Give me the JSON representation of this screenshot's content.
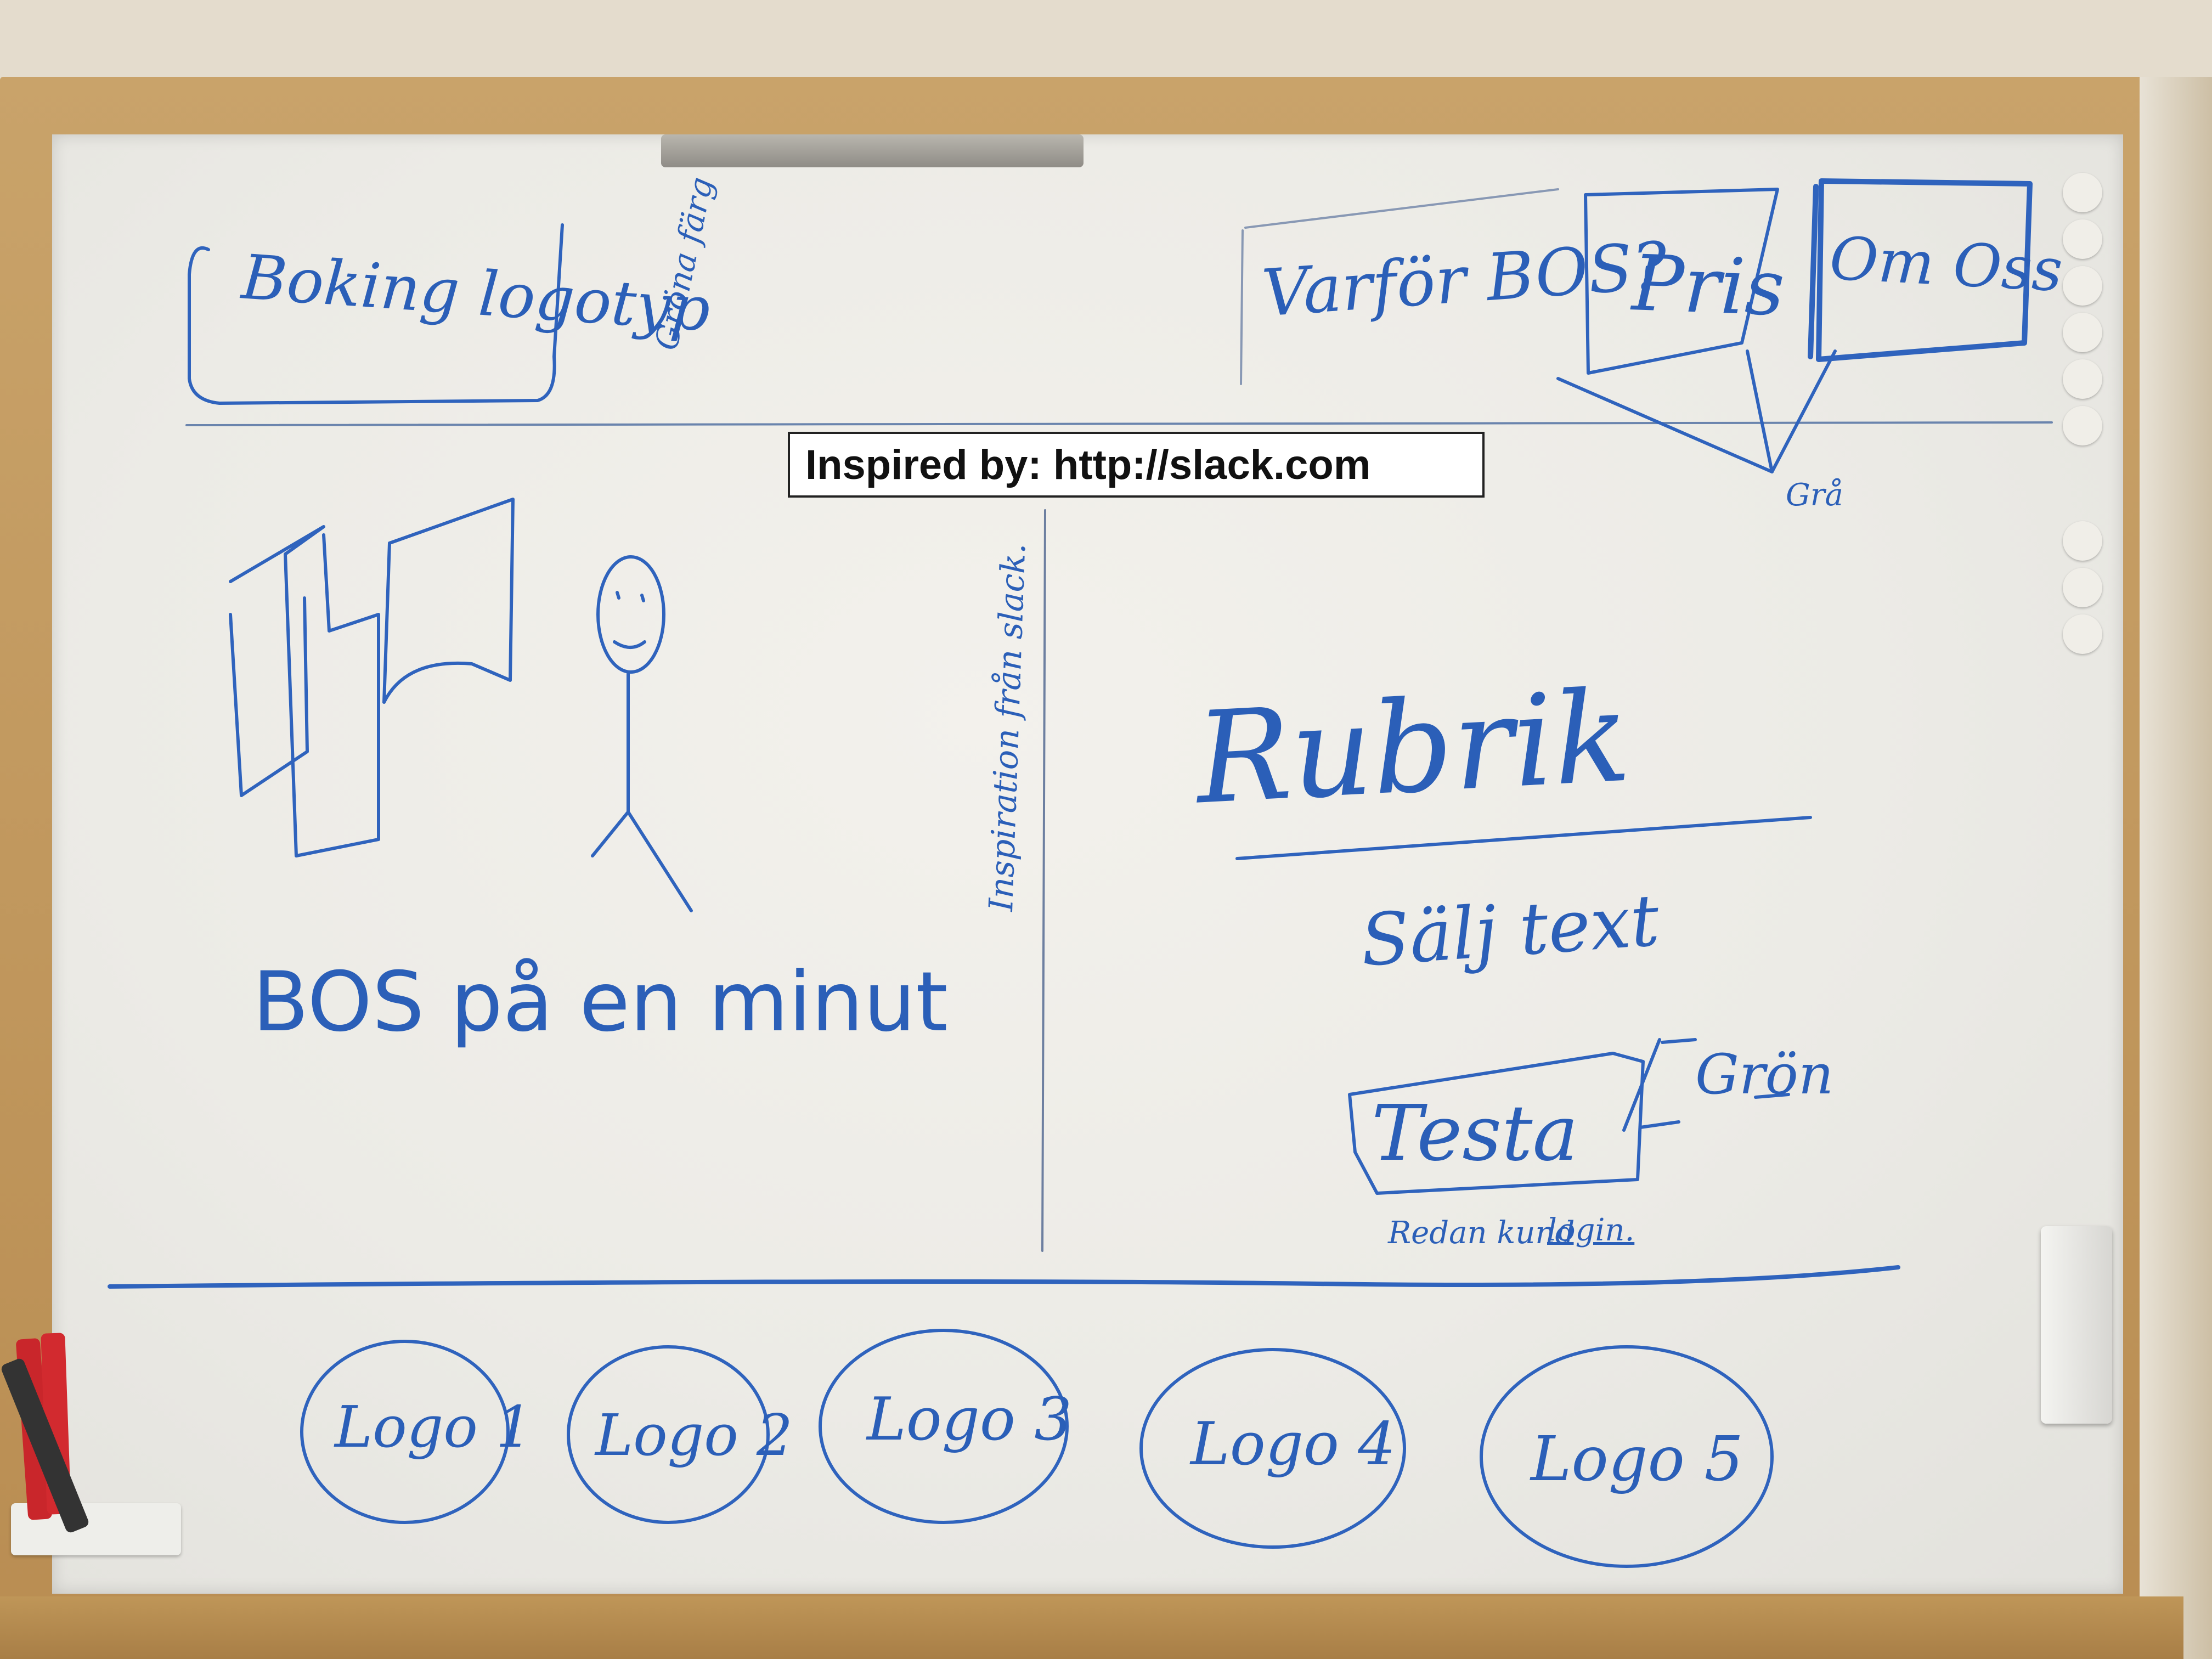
{
  "caption": "Inspired by: http://slack.com",
  "header_sketch": {
    "logo_box_label": "Boking logotyp",
    "logo_note": "Gröna färg",
    "nav_question": "Varför BOS?",
    "nav_price": "Pris",
    "nav_about": "Om Oss",
    "nav_note": "Grå"
  },
  "hero_sketch": {
    "tagline": "BOS på en minut",
    "divider_note": "Inspiration från slack."
  },
  "content_sketch": {
    "heading": "Rubrik",
    "body": "Sälj text",
    "cta_button": "Testa",
    "cta_note": "Grön",
    "login_text": "Redan kund",
    "login_link": "login."
  },
  "footer_sketch": {
    "logos": [
      "Logo 1",
      "Logo 2",
      "Logo 3",
      "Logo 4",
      "Logo 5"
    ]
  },
  "colors": {
    "marker_blue": "#2b5fb8",
    "frame_wood": "#c09458",
    "board_white": "#eeede8"
  }
}
